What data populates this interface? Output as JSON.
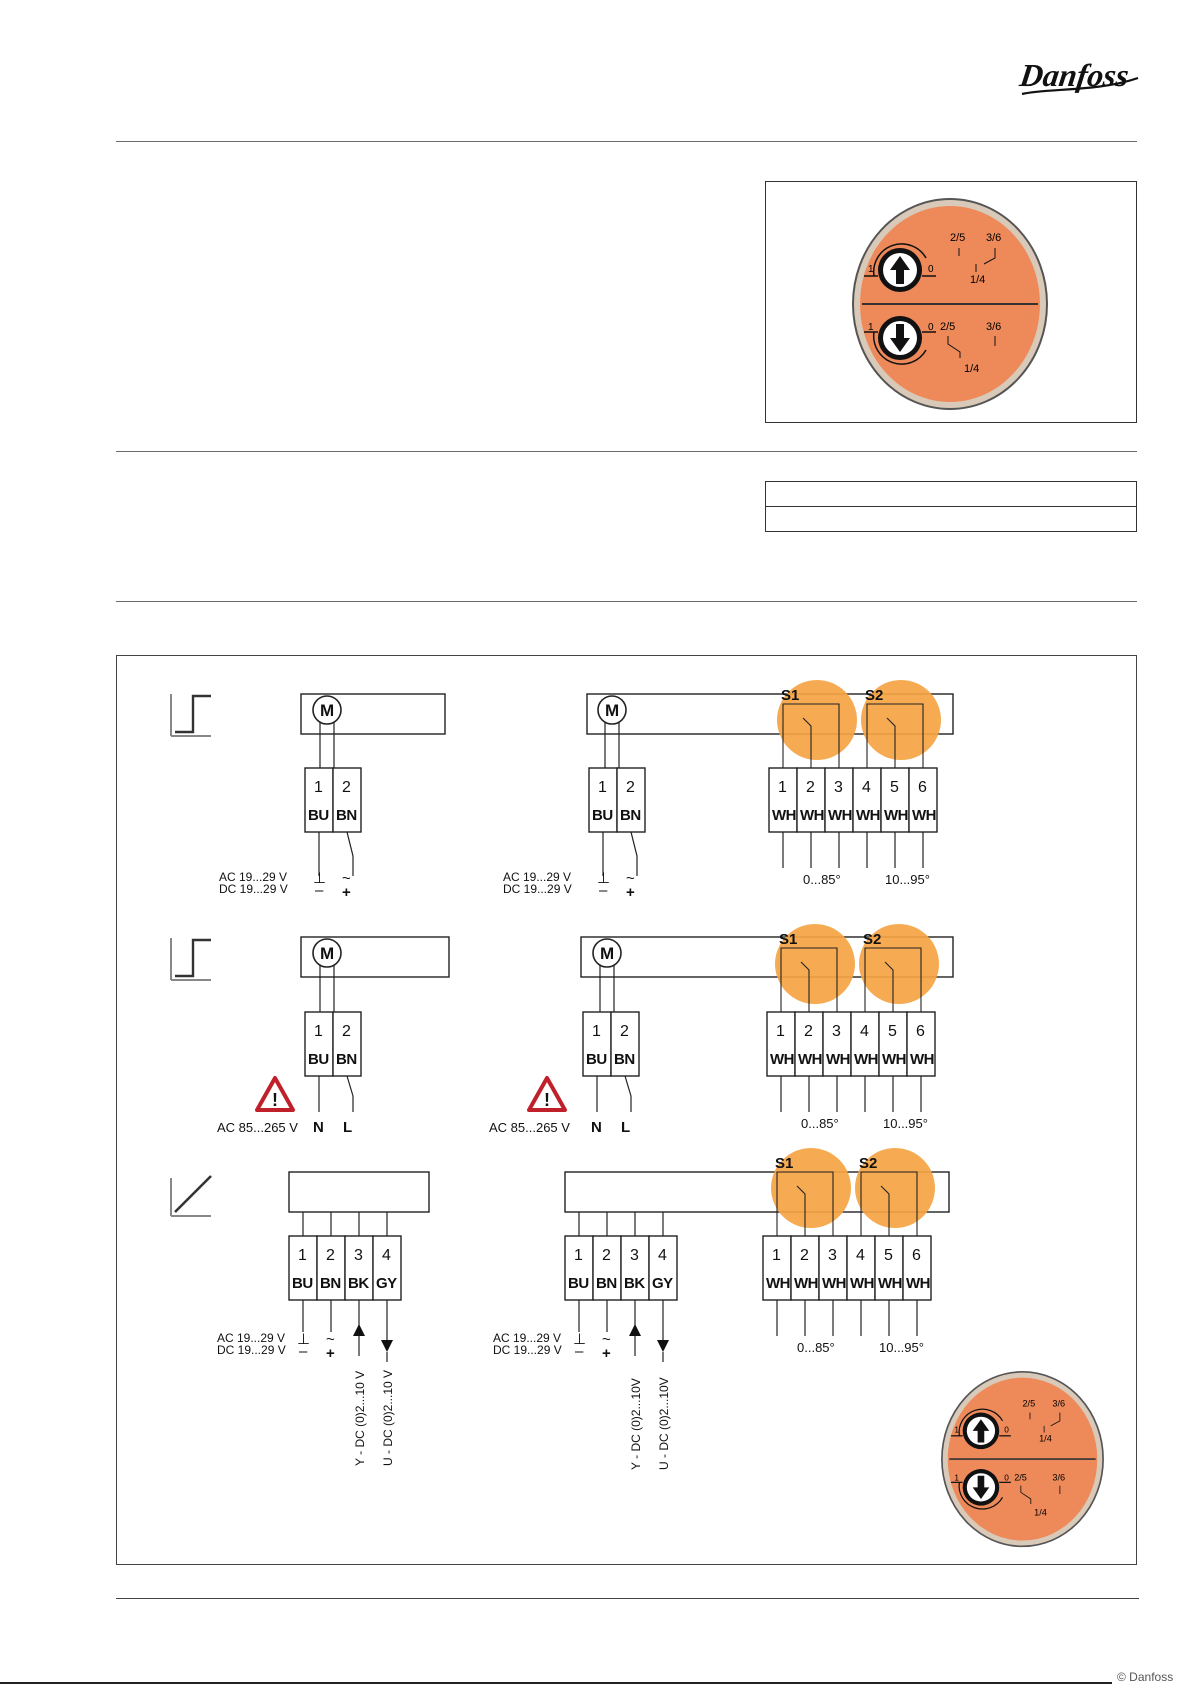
{
  "brand": {
    "logo_text": "Danfoss"
  },
  "dial": {
    "top_half": {
      "left_mark": "1",
      "right_mark": "0",
      "contacts": [
        "2/5",
        "3/6",
        "1/4"
      ]
    },
    "bottom_half": {
      "left_mark": "1",
      "right_mark": "0",
      "contacts": [
        "2/5",
        "3/6",
        "1/4"
      ]
    }
  },
  "wiring": {
    "supply_low": [
      "AC 19...29 V",
      "DC 19...29 V"
    ],
    "supply_high": "AC 85...265 V",
    "motor_symbol": "M",
    "supply_pins_2": {
      "numbers": [
        "1",
        "2"
      ],
      "wires": [
        "BU",
        "BN"
      ]
    },
    "supply_pins_4": {
      "numbers": [
        "1",
        "2",
        "3",
        "4"
      ],
      "wires": [
        "BU",
        "BN",
        "BK",
        "GY"
      ]
    },
    "supply_symbols_low": [
      "⊥",
      "~"
    ],
    "supply_symbols_low_dc": [
      "–",
      "+"
    ],
    "supply_symbols_high": [
      "N",
      "L"
    ],
    "switches": [
      "S1",
      "S2"
    ],
    "switch_pins": {
      "numbers": [
        "1",
        "2",
        "3",
        "4",
        "5",
        "6"
      ],
      "wires": [
        "WH",
        "WH",
        "WH",
        "WH",
        "WH",
        "WH"
      ]
    },
    "switch_ranges": [
      "0...85°",
      "10...95°"
    ],
    "signals_left": [
      "Y - DC (0)2...10 V",
      "U - DC (0)2...10 V"
    ],
    "signals_right": [
      "Y - DC (0)2...10V",
      "U - DC (0)2...10V"
    ]
  },
  "colors": {
    "dial_orange": "#ee8a5a",
    "switch_highlight": "#f5a443",
    "rule": "#6a6a6a"
  },
  "footer": {
    "edge_text": "© Danfoss"
  }
}
